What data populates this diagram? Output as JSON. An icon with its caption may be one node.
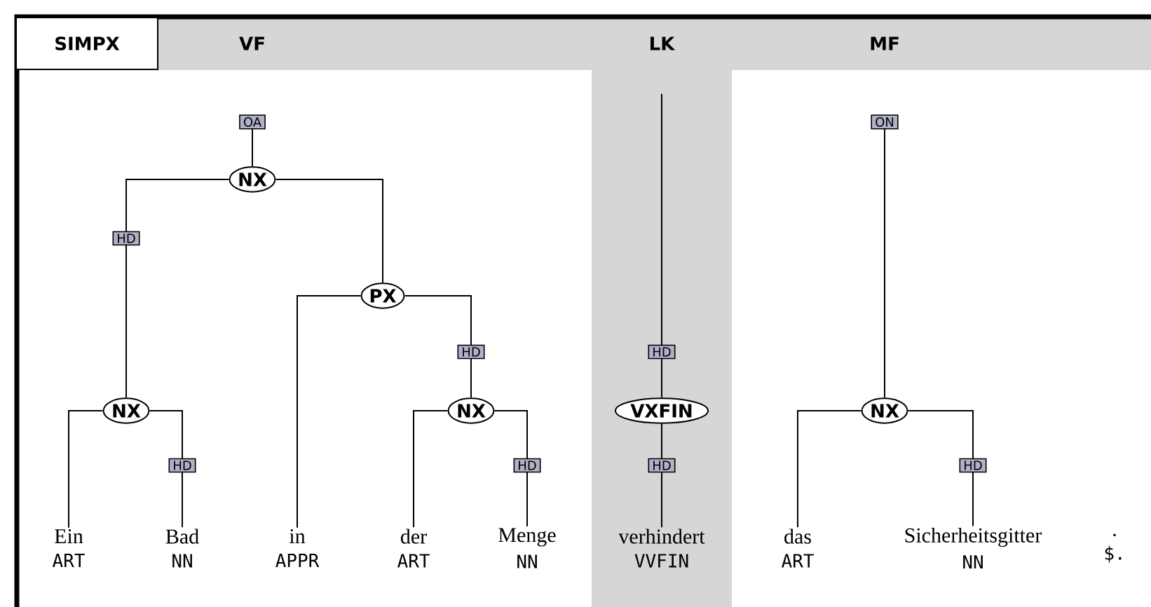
{
  "diagram": {
    "nodes": [
      {
        "text": [
          "SIMPX"
        ]
      },
      {
        "text": [
          "VF"
        ]
      },
      {
        "text": [
          "LK"
        ]
      },
      {
        "text": [
          "MF"
        ]
      },
      {
        "text": [
          "NX"
        ]
      },
      {
        "text": [
          "NX"
        ]
      },
      {
        "text": [
          "PX"
        ]
      },
      {
        "text": [
          "NX"
        ]
      },
      {
        "text": [
          "VXFIN"
        ]
      },
      {
        "text": [
          "NX"
        ]
      },
      {
        "text": [
          "Ein",
          "ART"
        ]
      },
      {
        "text": [
          "Bad",
          "NN"
        ]
      },
      {
        "text": [
          "in",
          "APPR"
        ]
      },
      {
        "text": [
          "der",
          "ART"
        ]
      },
      {
        "text": [
          "Menge",
          "NN"
        ]
      },
      {
        "text": [
          "verhindert",
          "VVFIN"
        ]
      },
      {
        "text": [
          "das",
          "ART"
        ]
      },
      {
        "text": [
          "Sicherheitsgitter",
          "NN"
        ]
      },
      {
        "text": [
          ".",
          "$."
        ]
      }
    ],
    "edges": [
      {
        "from": null,
        "to": 4,
        "arrow": "none",
        "label": "OA"
      },
      {
        "from": 4,
        "to": 5,
        "arrow": "none",
        "label": "HD"
      },
      {
        "from": 4,
        "to": 6,
        "arrow": "none"
      },
      {
        "from": 6,
        "to": 12,
        "arrow": "none"
      },
      {
        "from": 6,
        "to": 7,
        "arrow": "none",
        "label": "HD"
      },
      {
        "from": 5,
        "to": 10,
        "arrow": "none"
      },
      {
        "from": 5,
        "to": 11,
        "arrow": "none",
        "label": "HD"
      },
      {
        "from": 7,
        "to": 13,
        "arrow": "none"
      },
      {
        "from": 7,
        "to": 14,
        "arrow": "none",
        "label": "HD"
      },
      {
        "from": null,
        "to": 8,
        "arrow": "none",
        "label": "HD"
      },
      {
        "from": 8,
        "to": 15,
        "arrow": "none",
        "label": "HD"
      },
      {
        "from": null,
        "to": 9,
        "arrow": "none",
        "label": "ON"
      },
      {
        "from": 9,
        "to": 16,
        "arrow": "none"
      },
      {
        "from": 9,
        "to": 17,
        "arrow": "none",
        "label": "HD"
      }
    ]
  }
}
